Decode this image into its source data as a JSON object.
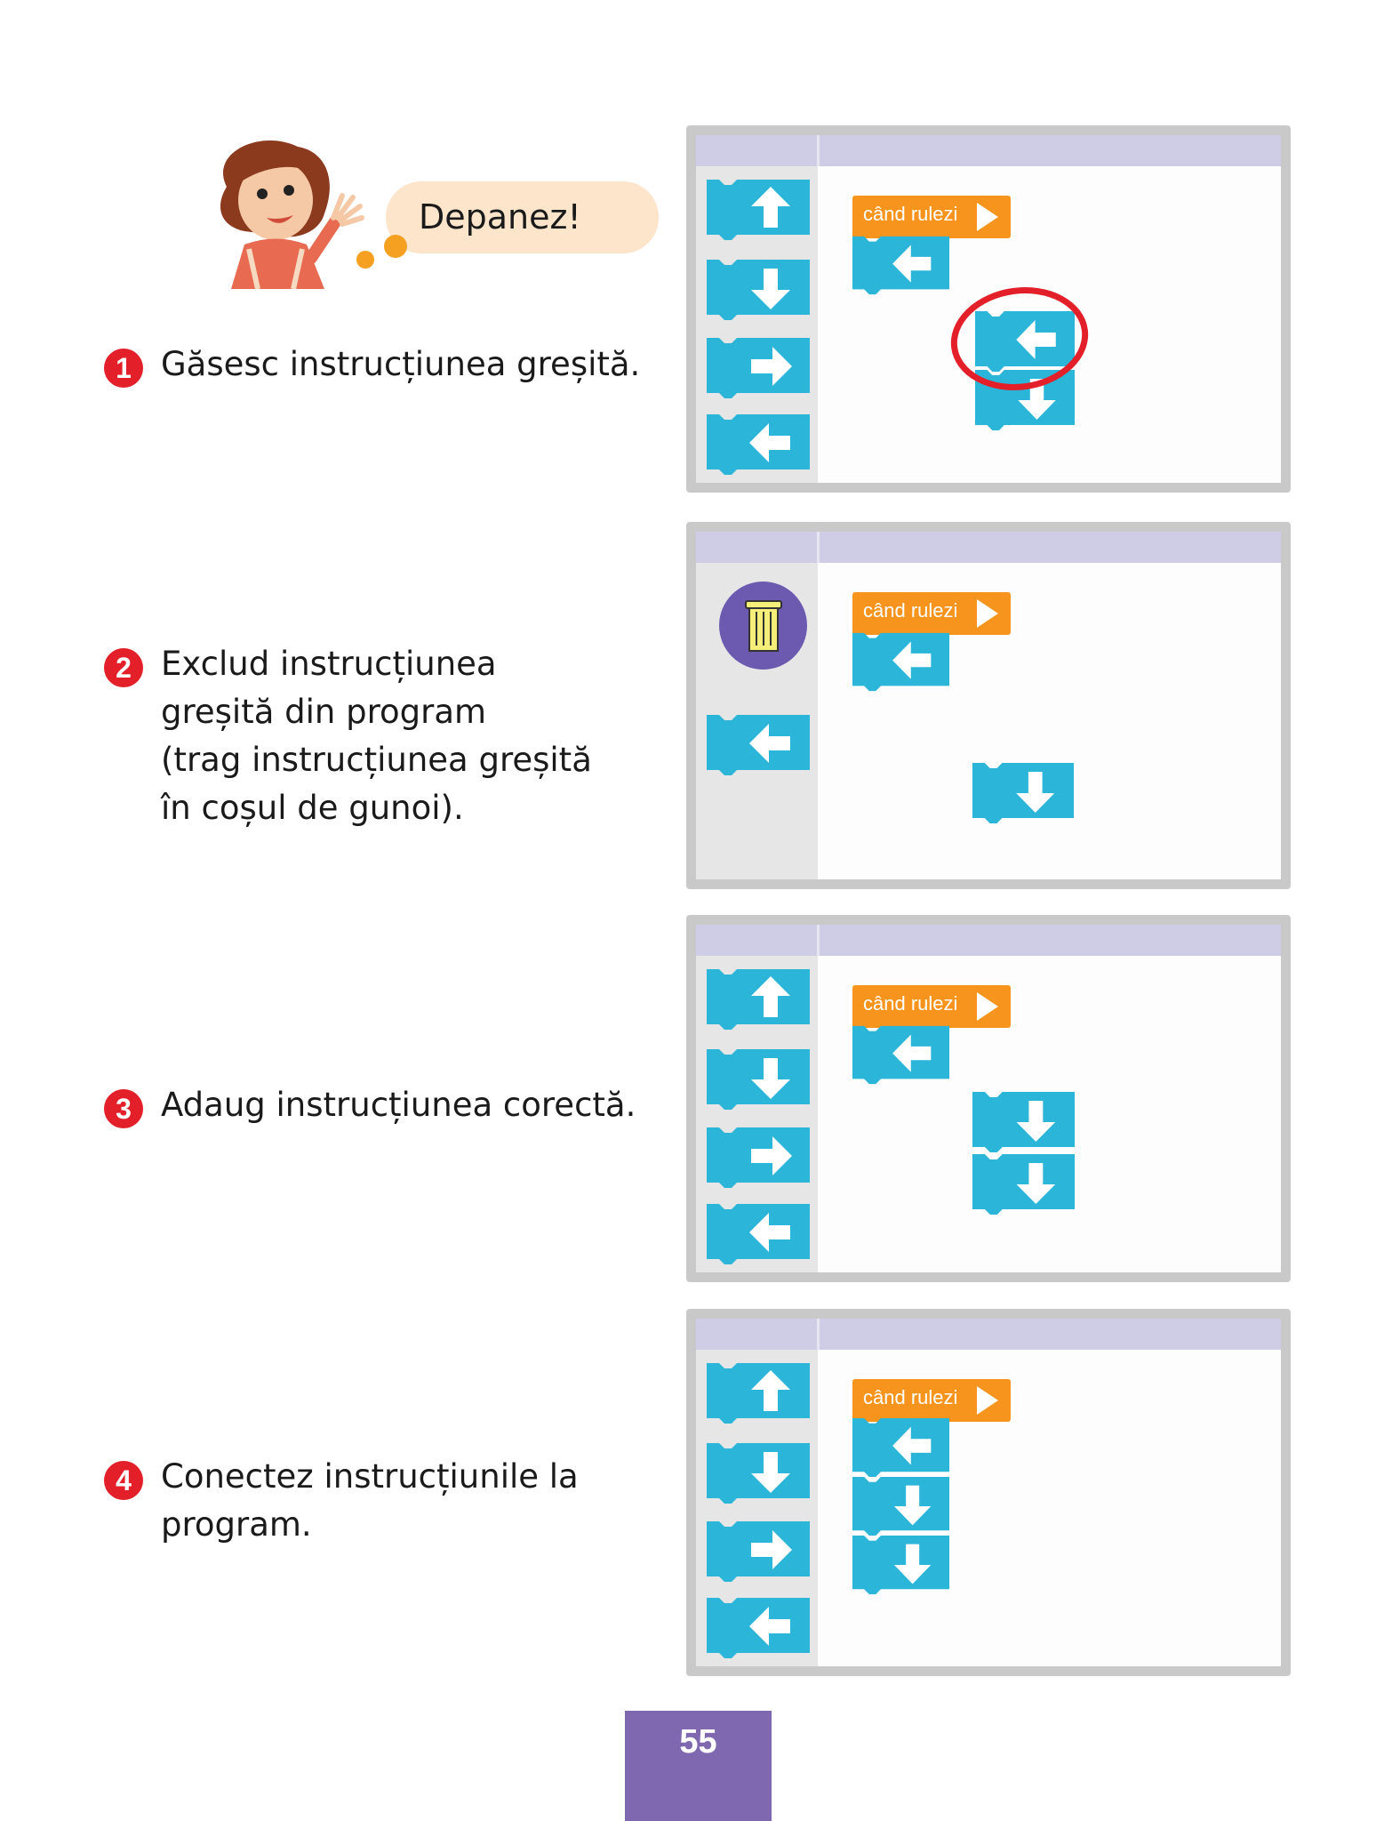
{
  "speech": {
    "text": "Depanez!"
  },
  "steps": [
    {
      "number": "1",
      "lines": [
        "Găsesc instrucțiunea greșită."
      ]
    },
    {
      "number": "2",
      "lines": [
        "Exclud instrucțiunea",
        "greșită din program",
        "(trag instrucțiunea greșită",
        "în coșul de gunoi)."
      ]
    },
    {
      "number": "3",
      "lines": [
        "Adaug instrucțiunea corectă."
      ]
    },
    {
      "number": "4",
      "lines": [
        "Conectez instrucțiunile la",
        "program."
      ]
    }
  ],
  "panels": [
    {
      "start_block_label": "când rulezi",
      "palette": [
        "up",
        "down",
        "right",
        "left"
      ],
      "program": [
        "left"
      ],
      "loose": [
        "left",
        "down"
      ],
      "highlighted": "left"
    },
    {
      "start_block_label": "când rulezi",
      "palette": [
        "left"
      ],
      "program": [
        "left"
      ],
      "loose": [
        "down"
      ],
      "trash_icon": "trash-can-icon"
    },
    {
      "start_block_label": "când rulezi",
      "palette": [
        "up",
        "down",
        "right",
        "left"
      ],
      "program": [
        "left"
      ],
      "loose": [
        "down",
        "down"
      ]
    },
    {
      "start_block_label": "când rulezi",
      "palette": [
        "up",
        "down",
        "right",
        "left"
      ],
      "program": [
        "left",
        "down",
        "down"
      ],
      "loose": []
    }
  ],
  "colors": {
    "block": "#2bb5d8",
    "start": "#f7941d",
    "highlight": "#e3202a",
    "page_box": "#8068b0"
  },
  "page_number": "55"
}
